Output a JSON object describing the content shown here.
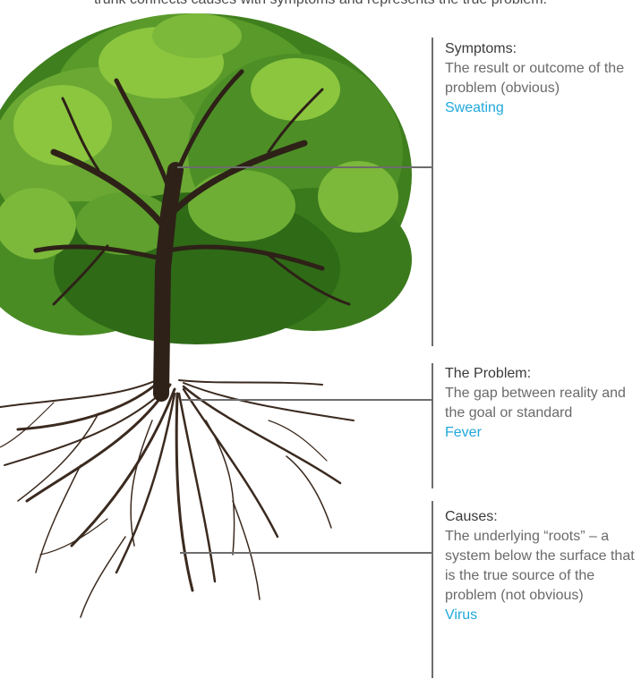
{
  "intro": {
    "text": "trunk connects causes with symptoms and represents the true problem."
  },
  "sections": [
    {
      "heading": "Symptoms:",
      "description": "The result or outcome of the problem (obvious)",
      "example": "Sweating"
    },
    {
      "heading": "The Problem:",
      "description": "The gap between reality and the goal or standard",
      "example": "Fever"
    },
    {
      "heading": "Causes:",
      "description": "The underlying “roots” – a system below the surface that is the true source of the problem (not obvious)",
      "example": "Virus"
    }
  ],
  "colors": {
    "example_text": "#21a8db",
    "connector_line": "#6d6d6d",
    "foliage_dark": "#3f7f1e",
    "foliage_light": "#8cc63f",
    "trunk": "#2e2118"
  }
}
